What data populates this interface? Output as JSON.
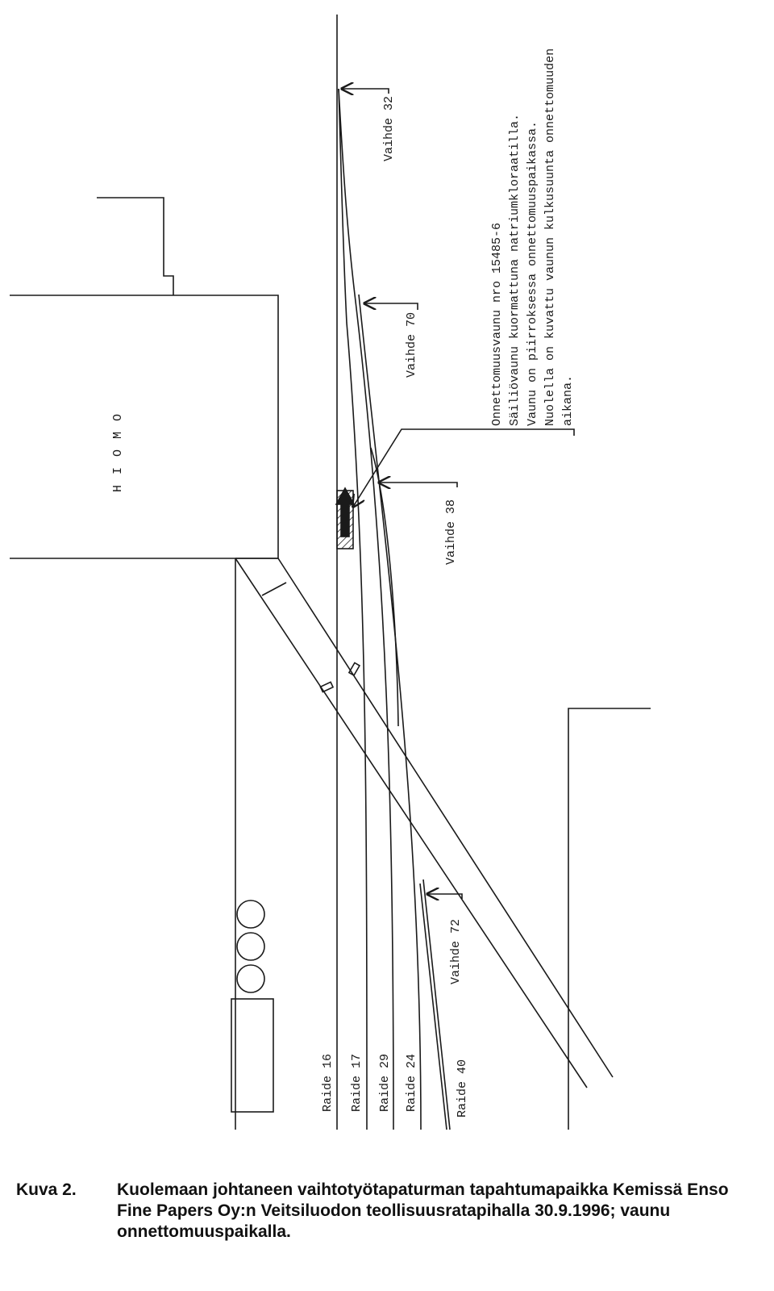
{
  "building_label": "H I O M O",
  "switches": [
    "Vaihde 32",
    "Vaihde 70",
    "Vaihde 38",
    "Vaihde 72"
  ],
  "tracks": [
    "Raide 16",
    "Raide 17",
    "Raide 29",
    "Raide 24",
    "Raide 40"
  ],
  "note_lines": [
    "Onnettomuusvaunu  nro 15485-6",
    "Säiliövaunu kuormattuna natriumkloraatilla.",
    "Vaunu on piirroksessa onnettomuuspaikassa.",
    "Nuolella on kuvattu vaunun kulkusuunta onnettomuuden",
    "aikana."
  ],
  "caption": {
    "label": "Kuva 2.",
    "text": "Kuolemaan johtaneen vaihtotyötapaturman tapahtumapaikka Kemissä Enso Fine Papers Oy:n Veitsiluodon teollisuusratapihalla 30.9.1996; vaunu onnettomuuspaikalla."
  }
}
